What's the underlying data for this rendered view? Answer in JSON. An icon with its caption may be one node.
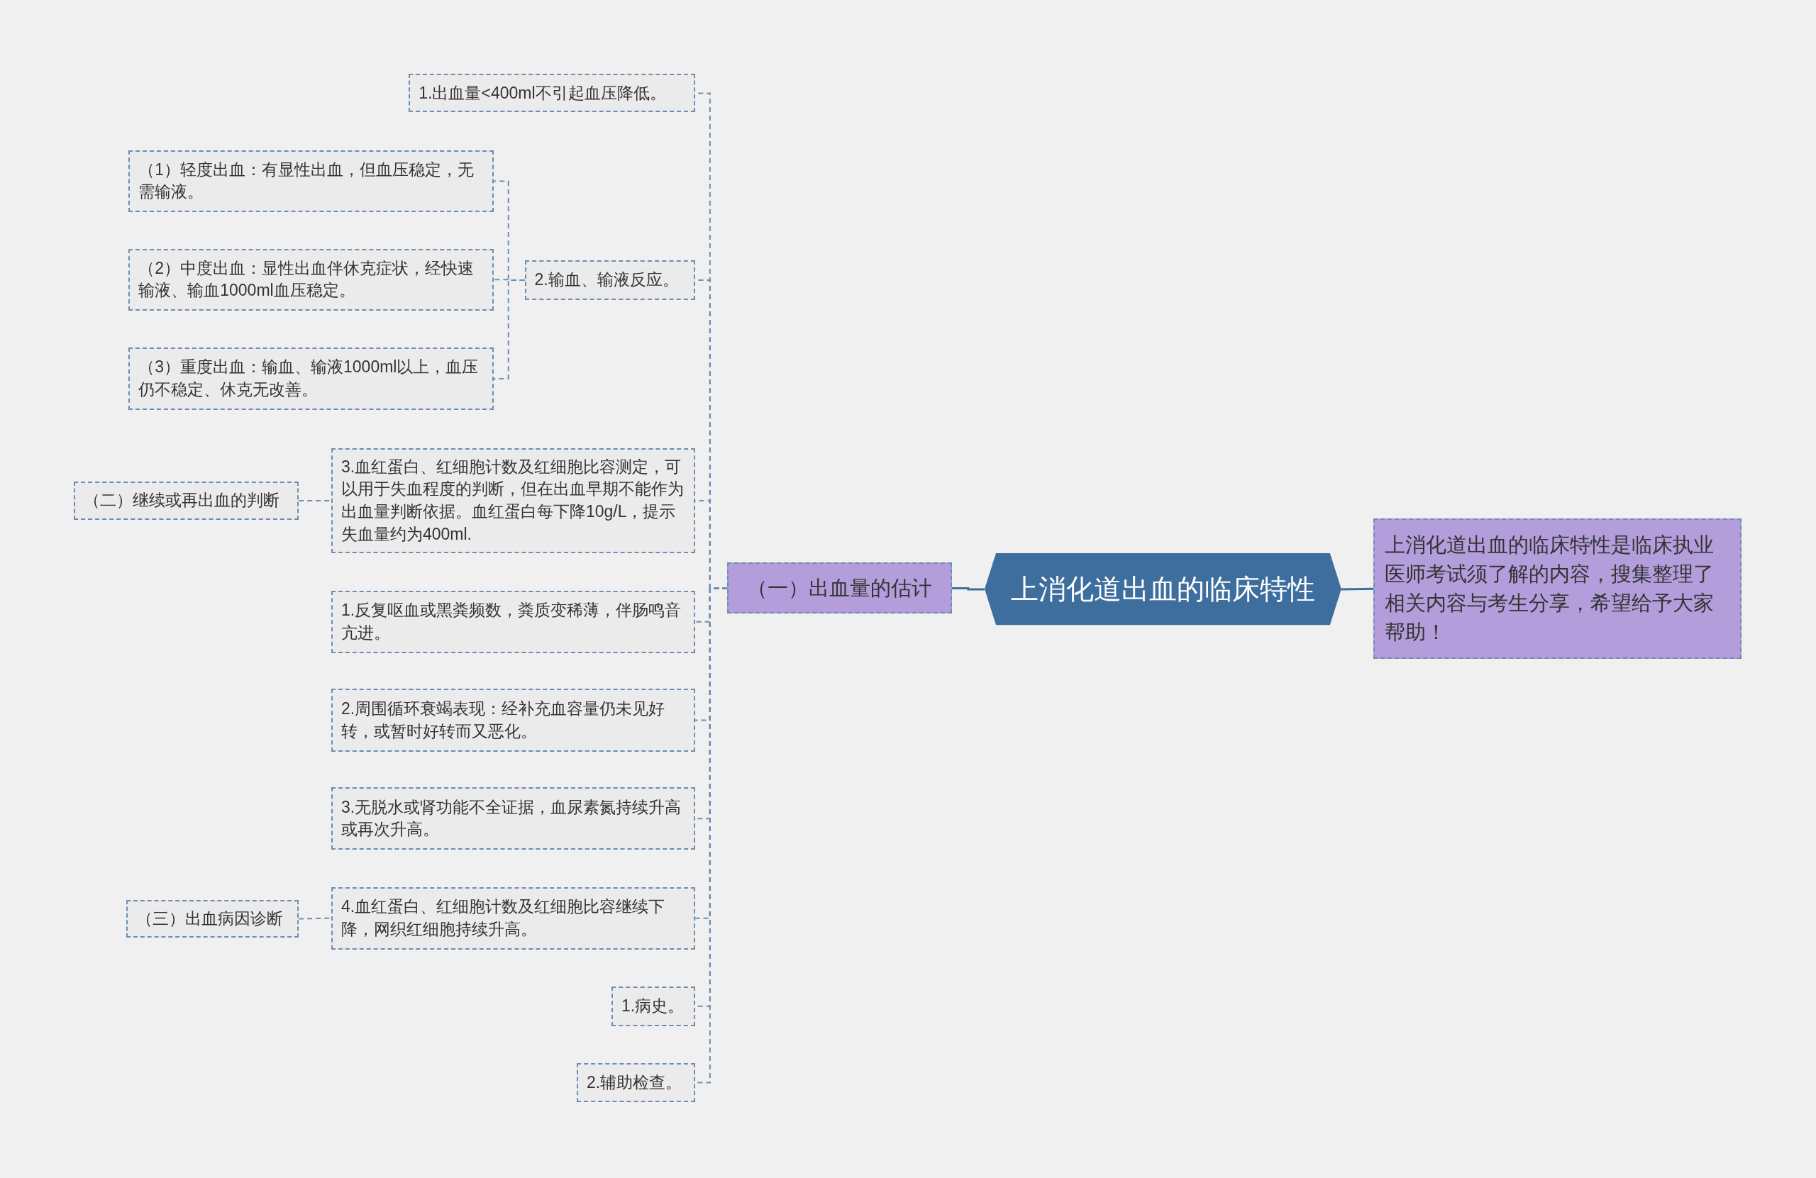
{
  "diagram": {
    "nodes": [
      {
        "text": [
          "上消化道出血的临床特性"
        ]
      },
      {
        "text": [
          "上消化道出血的临床特性是临床执业医师考试须了解的内容，搜集整理了相关内容与考生分享，希望给予大家帮助！"
        ]
      },
      {
        "text": [
          "（一）出血量的估计"
        ]
      },
      {
        "text": [
          "1.出血量<400ml不引起血压降低。"
        ]
      },
      {
        "text": [
          "2.输血、输液反应。"
        ]
      },
      {
        "text": [
          "（1）轻度出血：有显性出血，但血压稳定，无需输液。"
        ]
      },
      {
        "text": [
          "（2）中度出血：显性出血伴休克症状，经快速输液、输血1000ml血压稳定。"
        ]
      },
      {
        "text": [
          "（3）重度出血：输血、输液1000ml以上，血压仍不稳定、休克无改善。"
        ]
      },
      {
        "text": [
          "3.血红蛋白、红细胞计数及红细胞比容测定，可以用于失血程度的判断，但在出血早期不能作为出血量判断依据。血红蛋白每下降10g/L，提示失血量约为400ml."
        ]
      },
      {
        "text": [
          "（二）继续或再出血的判断"
        ]
      },
      {
        "text": [
          "1.反复呕血或黑粪频数，粪质变稀薄，伴肠鸣音亢进。"
        ]
      },
      {
        "text": [
          "2.周围循环衰竭表现：经补充血容量仍未见好转，或暂时好转而又恶化。"
        ]
      },
      {
        "text": [
          "3.无脱水或肾功能不全证据，血尿素氮持续升高或再次升高。"
        ]
      },
      {
        "text": [
          "（三）出血病因诊断"
        ]
      },
      {
        "text": [
          "4.血红蛋白、红细胞计数及红细胞比容继续下降，网织红细胞持续升高。"
        ]
      },
      {
        "text": [
          "1.病史。"
        ]
      },
      {
        "text": [
          "2.辅助检查。"
        ]
      }
    ],
    "edges": [
      {
        "from": 0,
        "to": 1,
        "arrow": "none",
        "color": "#3d6e9e"
      },
      {
        "from": 0,
        "to": 2,
        "arrow": "none",
        "color": "#3d6e9e"
      },
      {
        "from": 2,
        "to": 3,
        "arrow": "none",
        "style": "dashed"
      },
      {
        "from": 2,
        "to": 4,
        "arrow": "none",
        "style": "dashed"
      },
      {
        "from": 4,
        "to": 5,
        "arrow": "none",
        "style": "dashed"
      },
      {
        "from": 4,
        "to": 6,
        "arrow": "none",
        "style": "dashed"
      },
      {
        "from": 4,
        "to": 7,
        "arrow": "none",
        "style": "dashed"
      },
      {
        "from": 2,
        "to": 8,
        "arrow": "none",
        "style": "dashed"
      },
      {
        "from": 9,
        "to": 8,
        "arrow": "none",
        "style": "dashed"
      },
      {
        "from": 2,
        "to": 10,
        "arrow": "none",
        "style": "dashed"
      },
      {
        "from": 2,
        "to": 11,
        "arrow": "none",
        "style": "dashed"
      },
      {
        "from": 2,
        "to": 12,
        "arrow": "none",
        "style": "dashed"
      },
      {
        "from": 13,
        "to": 14,
        "arrow": "none",
        "style": "dashed"
      },
      {
        "from": 2,
        "to": 14,
        "arrow": "none",
        "style": "dashed"
      },
      {
        "from": 2,
        "to": 15,
        "arrow": "none",
        "style": "dashed"
      },
      {
        "from": 2,
        "to": 16,
        "arrow": "none",
        "style": "dashed"
      }
    ]
  }
}
